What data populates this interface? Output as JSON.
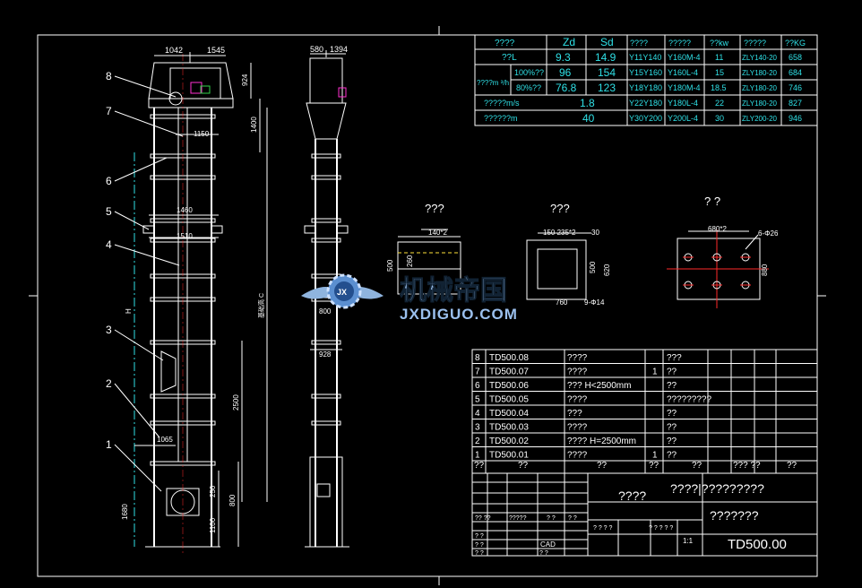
{
  "perf_table": {
    "header": [
      "????",
      "Zd",
      "Sd",
      "????",
      "?????",
      "??kw",
      "?????",
      "??KG"
    ],
    "rows": [
      [
        "??L",
        "9.3",
        "14.9",
        "Y11Y140",
        "Y160M-4",
        "11",
        "ZLY140-20",
        "658"
      ],
      [
        "100%??",
        "96",
        "154",
        "Y15Y160",
        "Y160L-4",
        "15",
        "ZLY180-20",
        "684"
      ],
      [
        "80%??",
        "76.8",
        "123",
        "Y18Y180",
        "Y180M-4",
        "18.5",
        "ZLY180-20",
        "746"
      ],
      [
        "?????m/s",
        "1.8",
        "",
        "Y22Y180",
        "Y180L-4",
        "22",
        "ZLY180-20",
        "827"
      ],
      [
        "??????m",
        "40",
        "",
        "Y30Y200",
        "Y200L-4",
        "30",
        "ZLY200-20",
        "946"
      ]
    ],
    "cap_label": "????m ³/h"
  },
  "dims": {
    "d1042": "1042",
    "d1545": "1545",
    "d580": "580",
    "d1394": "1394",
    "d1150": "1150",
    "d1460": "1460",
    "d1510": "1510",
    "d924": "924",
    "d1400": "1400",
    "d2500": "2500",
    "d1065": "1065",
    "d1100": "1100",
    "d250": "250",
    "d800": "800",
    "d1680": "1680",
    "d928": "928",
    "d800b": "800",
    "hC": "基础高 C",
    "H": "H",
    "d140": "140*2",
    "d500a": "500",
    "d260": "260",
    "d150": "150 235*2",
    "d30": "30",
    "d500b": "500",
    "d620": "620",
    "d760": "760",
    "d9": "9-Φ14",
    "d680": "680*2",
    "d6": "6-Φ26",
    "d880": "880"
  },
  "callouts": [
    "1",
    "2",
    "3",
    "4",
    "5",
    "6",
    "7",
    "8"
  ],
  "section_labels": {
    "a": "???",
    "b": "???",
    "c": "? ?"
  },
  "watermark": {
    "cn": "机械帝国",
    "en": "JXDIGUO.COM",
    "badge": "JX"
  },
  "parts": [
    {
      "no": "8",
      "code": "TD500.08",
      "name": "????",
      "qty": "",
      "mat": "???"
    },
    {
      "no": "7",
      "code": "TD500.07",
      "name": "????",
      "qty": "1",
      "mat": "??"
    },
    {
      "no": "6",
      "code": "TD500.06",
      "name": "???  H<2500mm",
      "qty": "",
      "mat": "??"
    },
    {
      "no": "5",
      "code": "TD500.05",
      "name": "????",
      "qty": "",
      "mat": "?????????"
    },
    {
      "no": "4",
      "code": "TD500.04",
      "name": "???",
      "qty": "",
      "mat": "??"
    },
    {
      "no": "3",
      "code": "TD500.03",
      "name": "????",
      "qty": "",
      "mat": "??"
    },
    {
      "no": "2",
      "code": "TD500.02",
      "name": "????  H=2500mm",
      "qty": "",
      "mat": "??"
    },
    {
      "no": "1",
      "code": "TD500.01",
      "name": "????",
      "qty": "1",
      "mat": "??"
    }
  ],
  "parts_header": [
    "??",
    "??",
    "??",
    "??",
    "??",
    "??? ??",
    "??"
  ],
  "title_block": {
    "unit": "????",
    "title1": "????|?????????",
    "title2": "???????",
    "code": "TD500.00",
    "scale": "1:1",
    "cad": "CAD",
    "small1": "?? ??",
    "small2": "?????",
    "small3": "?  ?",
    "small4": "?  ?",
    "small5": "? ?",
    "small6": "? ?",
    "small7": "? ?",
    "small8": "? ?",
    "small9": "? ? ? ?",
    "small10": "? ? ?   ? ?"
  }
}
